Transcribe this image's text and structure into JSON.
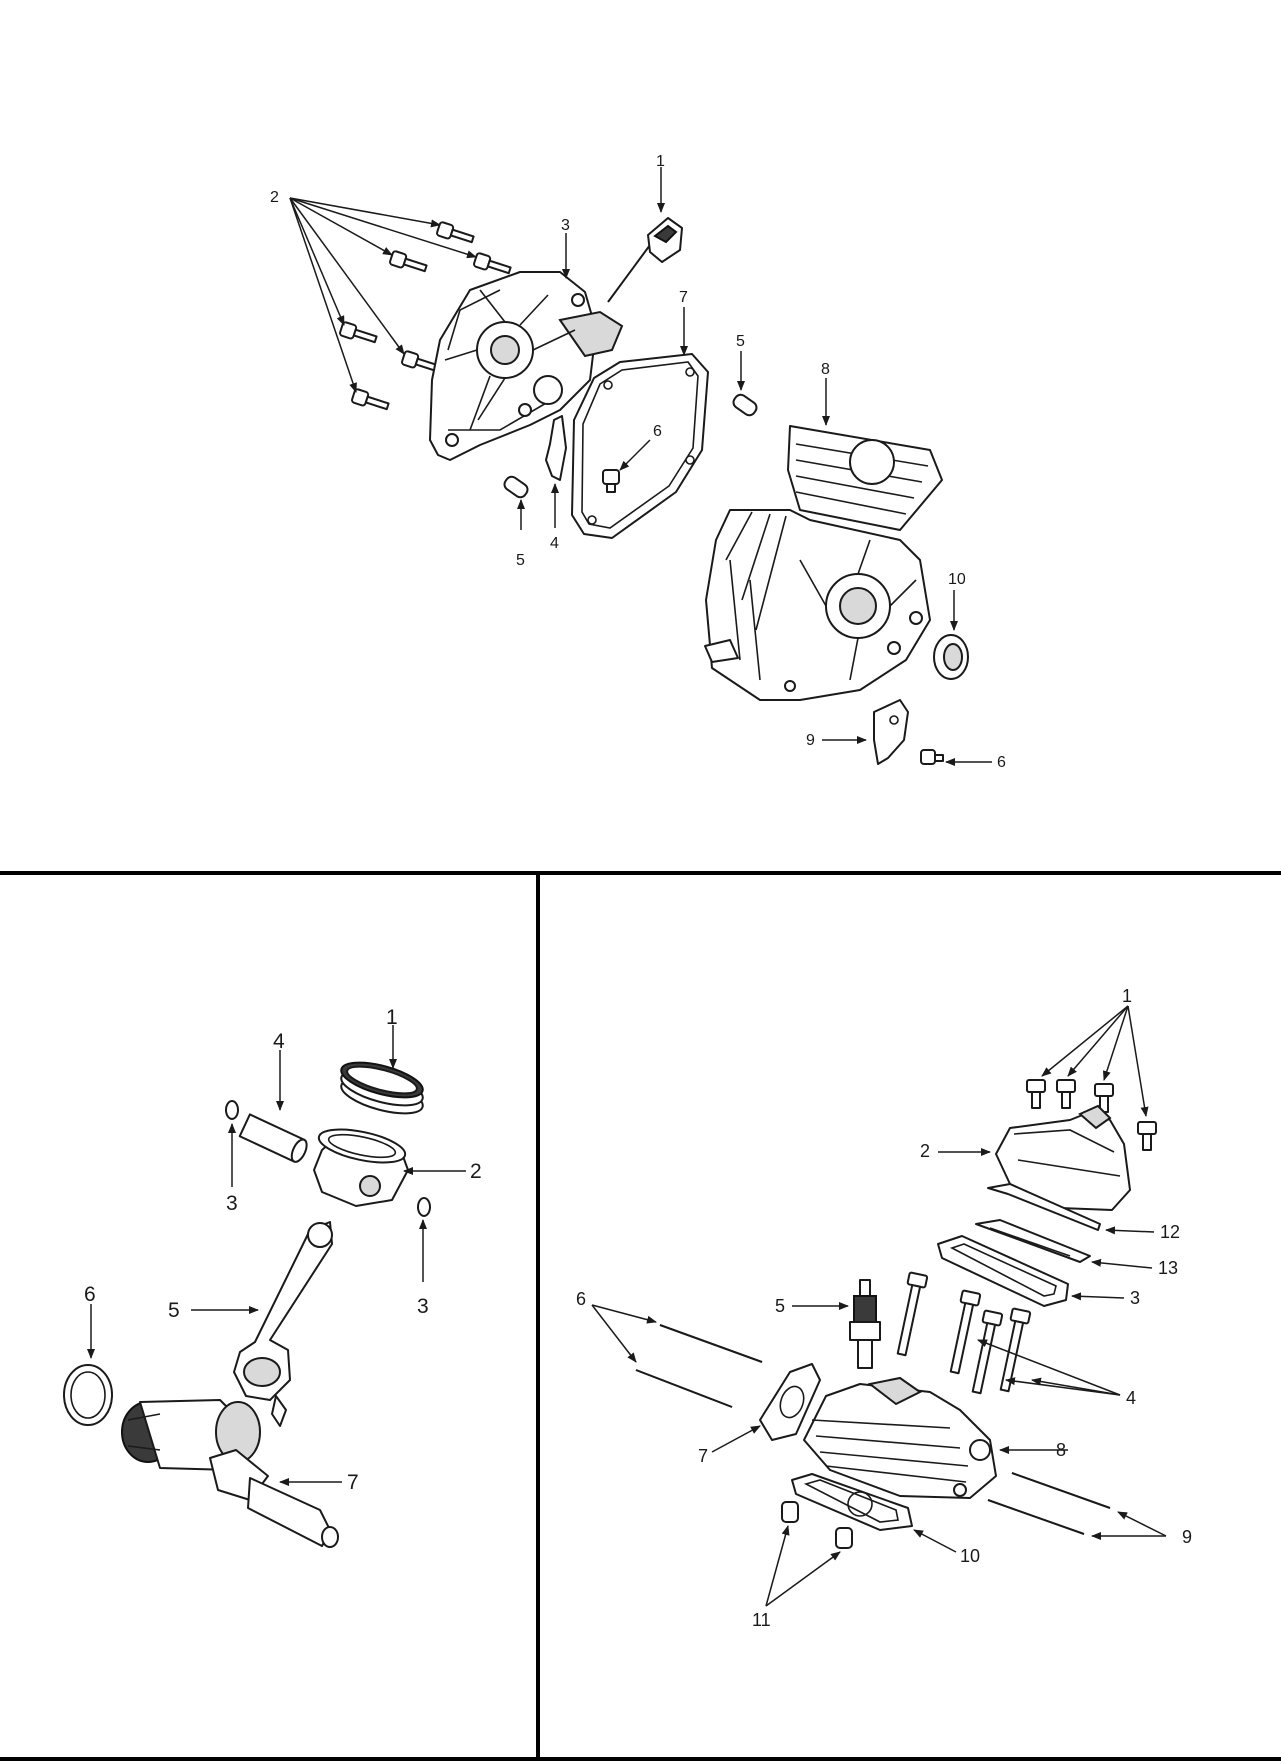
{
  "colors": {
    "ink": "#1a1a1a",
    "background": "#ffffff",
    "divider": "#000000"
  },
  "panels": {
    "crankcase": {
      "callouts": [
        "1",
        "2",
        "3",
        "7",
        "5",
        "8",
        "6",
        "5",
        "4",
        "10",
        "9",
        "6"
      ]
    },
    "piston_crank": {
      "callouts": [
        "1",
        "4",
        "2",
        "3",
        "3",
        "6",
        "5",
        "7"
      ]
    },
    "cylinder_head": {
      "callouts": [
        "1",
        "2",
        "12",
        "13",
        "3",
        "6",
        "5",
        "4",
        "8",
        "7",
        "9",
        "10",
        "11"
      ]
    }
  }
}
